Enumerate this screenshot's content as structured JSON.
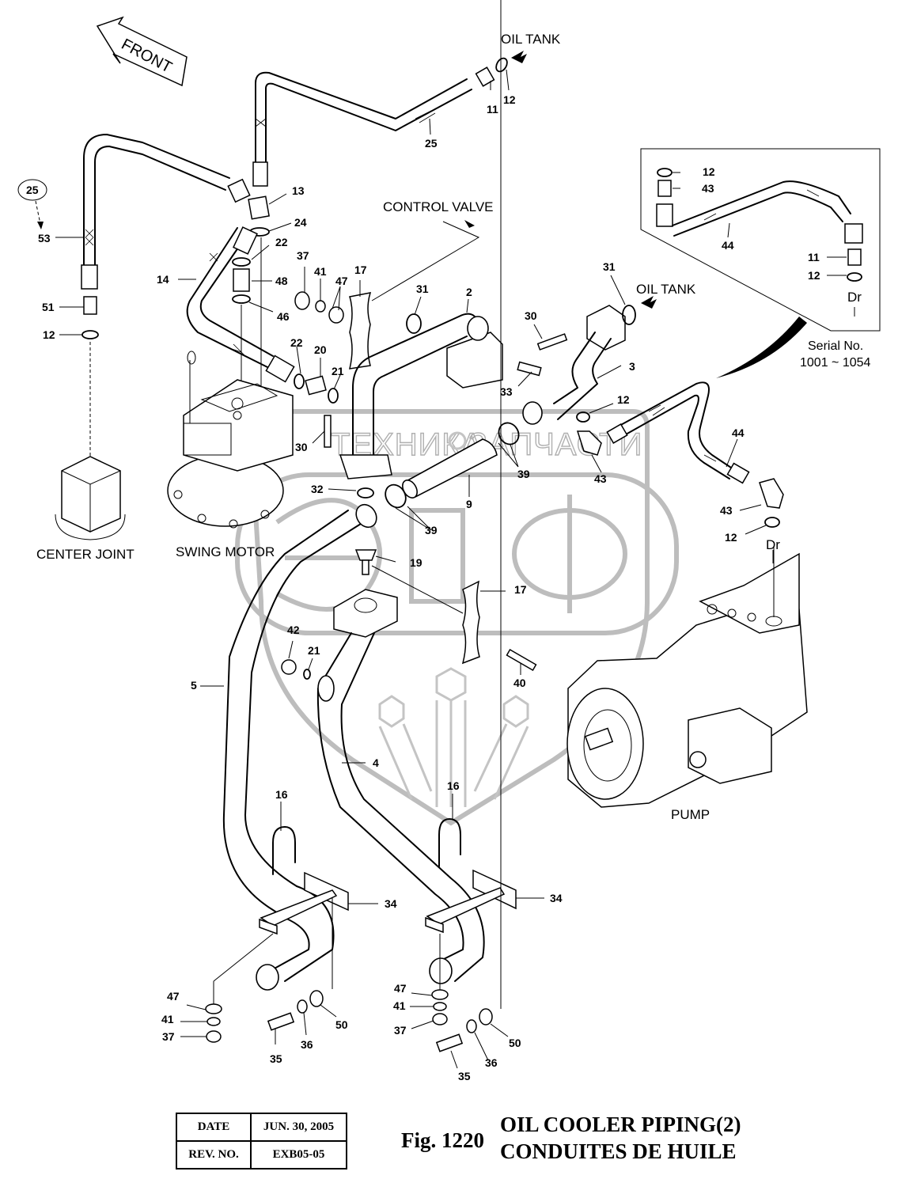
{
  "figure": {
    "number_label": "Fig. 1220",
    "title_en": "OIL COOLER PIPING(2)",
    "title_fr": "CONDUITES DE HUILE"
  },
  "revision_table": {
    "rows": [
      {
        "key": "DATE",
        "value": "JUN. 30, 2005"
      },
      {
        "key": "REV. NO.",
        "value": "EXB05-05"
      }
    ]
  },
  "labels": {
    "front": "FRONT",
    "oil_tank_top": "OIL TANK",
    "oil_tank_mid": "OIL TANK",
    "control_valve": "CONTROL VALVE",
    "center_joint": "CENTER JOINT",
    "swing_motor": "SWING MOTOR",
    "pump": "PUMP",
    "drain_inset": "Dr",
    "drain_main": "Dr",
    "serial_caption": "Serial No.",
    "serial_range": "1001 ~ 1054"
  },
  "reference_bubble": {
    "text": "25",
    "points_to": "53"
  },
  "watermark": {
    "text_left": "ТЕХНИКА",
    "text_right": "ЗАПЧАСТИ",
    "logo": "ЭПФ"
  },
  "callouts": {
    "c11a": "11",
    "c12a": "12",
    "c25": "25",
    "c13": "13",
    "c24": "24",
    "c22a": "22",
    "c53": "53",
    "c51": "51",
    "c12b": "12",
    "c37a": "37",
    "c41a": "41",
    "c47a": "47",
    "c17a": "17",
    "c48": "48",
    "c46": "46",
    "c14": "14",
    "c31a": "31",
    "c2": "2",
    "c31b": "31",
    "c30a": "30",
    "c22b": "22",
    "c20": "20",
    "c21a": "21",
    "c33": "33",
    "c3": "3",
    "c12c": "12",
    "c30b": "30",
    "c39a": "39",
    "c43a": "43",
    "c44a": "44",
    "c43b": "43",
    "c12d": "12",
    "c32": "32",
    "c9": "9",
    "c39b": "39",
    "c19": "19",
    "c17b": "17",
    "c42": "42",
    "c21b": "21",
    "c40": "40",
    "c5": "5",
    "c4": "4",
    "c16a": "16",
    "c16b": "16",
    "c34a": "34",
    "c34b": "34",
    "c47b": "47",
    "c41b": "41",
    "c37b": "37",
    "c35a": "35",
    "c36a": "36",
    "c50a": "50",
    "c47c": "47",
    "c41c": "41",
    "c37c": "37",
    "c35b": "35",
    "c36b": "36",
    "c50b": "50",
    "i12a": "12",
    "i43": "43",
    "i44": "44",
    "i11": "11",
    "i12b": "12"
  }
}
